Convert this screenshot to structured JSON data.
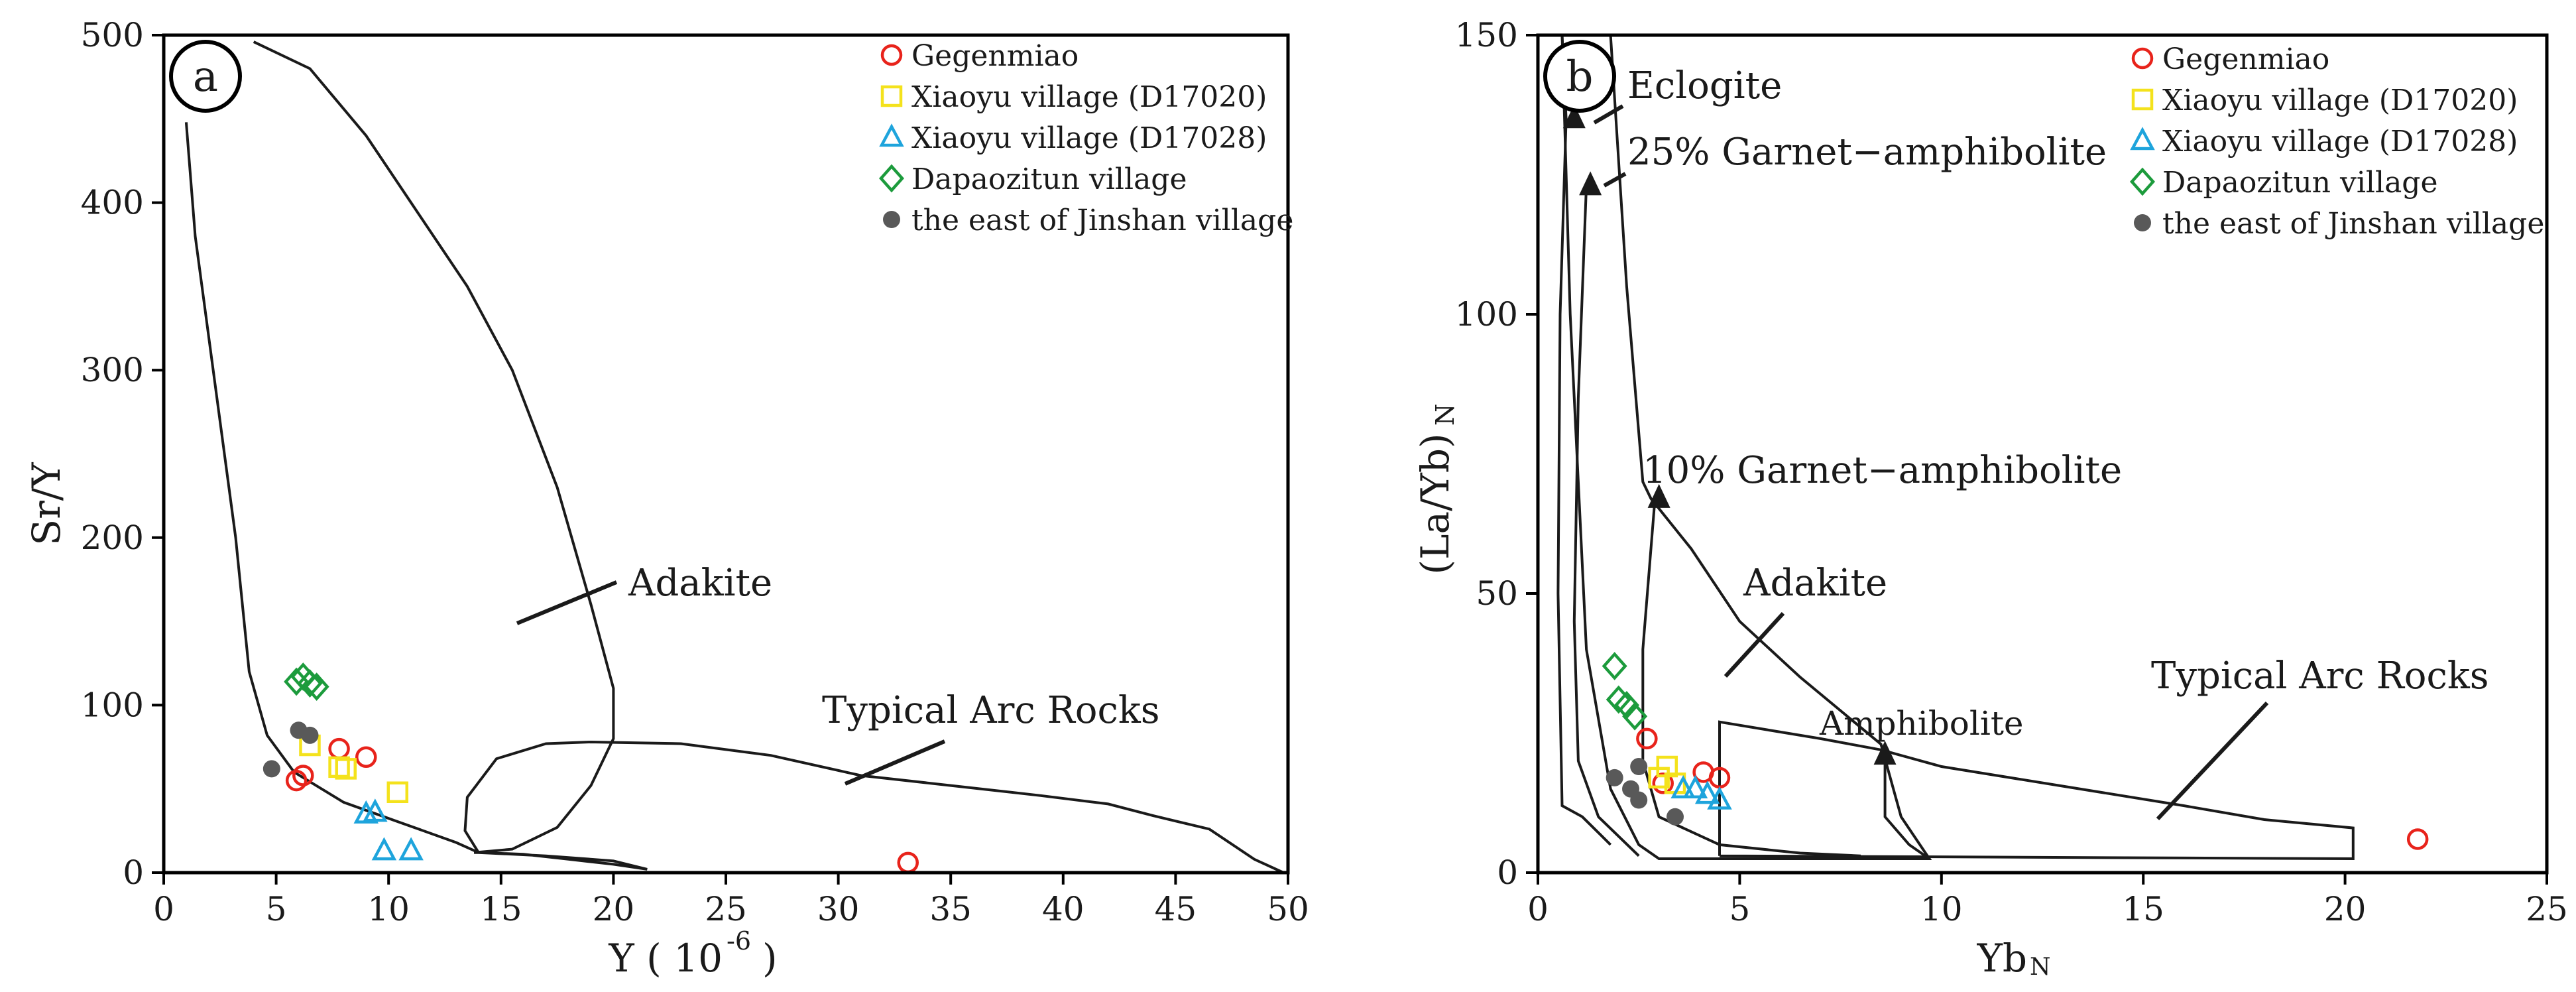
{
  "chart_data": [
    {
      "type": "scatter",
      "panel_label": "a",
      "xlabel": "Y ( 10",
      "xlabel_sup": "-6",
      "xlabel_close": ")",
      "ylabel": "Sr/Y",
      "xlim": [
        0,
        50
      ],
      "ylim": [
        0,
        500
      ],
      "xticks": [
        0,
        5,
        10,
        15,
        20,
        25,
        30,
        35,
        40,
        45,
        50
      ],
      "yticks": [
        0,
        100,
        200,
        300,
        400,
        500
      ],
      "grid": false,
      "legend_position": "top-right",
      "series": [
        {
          "name": "Gegenmiao",
          "marker": "open-circle",
          "color": "#e8231b",
          "points": [
            [
              5.9,
              55
            ],
            [
              6.2,
              58
            ],
            [
              7.8,
              74
            ],
            [
              9.0,
              69
            ],
            [
              33.1,
              6
            ]
          ]
        },
        {
          "name": "Xiaoyu village (D17020)",
          "marker": "open-square",
          "color": "#f4e21c",
          "points": [
            [
              6.5,
              76
            ],
            [
              7.8,
              63
            ],
            [
              8.1,
              62
            ],
            [
              10.4,
              48
            ]
          ]
        },
        {
          "name": "Xiaoyu village (D17028)",
          "marker": "open-triangle",
          "color": "#1ea4dc",
          "points": [
            [
              9.0,
              35
            ],
            [
              9.4,
              36
            ],
            [
              9.8,
              13
            ],
            [
              11.0,
              13
            ]
          ]
        },
        {
          "name": "Dapaozitun village",
          "marker": "open-diamond",
          "color": "#1c9b3c",
          "points": [
            [
              5.9,
              114
            ],
            [
              6.2,
              117
            ],
            [
              6.5,
              113
            ],
            [
              6.8,
              111
            ]
          ]
        },
        {
          "name": "the east of Jinshan village",
          "marker": "filled-circle",
          "color": "#595959",
          "points": [
            [
              4.8,
              62
            ],
            [
              6.0,
              85
            ],
            [
              6.5,
              82
            ]
          ]
        }
      ],
      "fields": [
        {
          "label": "Adakite",
          "outline": [
            [
              1,
              448
            ],
            [
              1.4,
              380
            ],
            [
              2.2,
              300
            ],
            [
              3.2,
              200
            ],
            [
              3.8,
              120
            ],
            [
              4.6,
              82
            ],
            [
              5.8,
              60
            ],
            [
              8,
              42
            ],
            [
              10.5,
              30
            ],
            [
              13,
              18
            ],
            [
              14,
              12
            ],
            [
              16,
              11
            ],
            [
              18,
              8
            ],
            [
              20,
              5
            ],
            [
              21.5,
              2
            ],
            [
              20,
              7
            ],
            [
              17,
              10
            ],
            [
              14,
              12
            ],
            [
              13.8,
              12
            ],
            [
              15.5,
              14
            ],
            [
              17.5,
              27
            ],
            [
              19,
              52
            ],
            [
              20,
              80
            ],
            [
              20,
              110
            ],
            [
              19,
              160
            ],
            [
              17.5,
              230
            ],
            [
              15.5,
              300
            ],
            [
              13.5,
              350
            ],
            [
              11,
              400
            ],
            [
              9,
              440
            ],
            [
              6.5,
              480
            ],
            [
              4,
              496
            ]
          ]
        },
        {
          "label": "Typical Arc Rocks",
          "outline": [
            [
              14,
              12
            ],
            [
              13.4,
              25
            ],
            [
              13.5,
              45
            ],
            [
              14.8,
              68
            ],
            [
              17,
              77
            ],
            [
              19,
              78
            ],
            [
              23,
              77
            ],
            [
              27,
              70
            ],
            [
              31,
              58
            ],
            [
              35,
              52
            ],
            [
              39,
              46
            ],
            [
              42,
              41
            ],
            [
              44,
              34
            ],
            [
              46.5,
              26
            ],
            [
              48.5,
              8
            ],
            [
              49.8,
              0
            ]
          ]
        }
      ],
      "annotations": {
        "adakite_text": "Adakite",
        "arc_text": "Typical Arc Rocks"
      }
    },
    {
      "type": "scatter",
      "panel_label": "b",
      "xlabel": "Yb",
      "xlabel_sub": "N",
      "ylabel": "(La/Yb)",
      "ylabel_sub": "N",
      "xlim": [
        0,
        25
      ],
      "ylim": [
        0,
        150
      ],
      "xticks": [
        0,
        5,
        10,
        15,
        20,
        25
      ],
      "yticks": [
        0,
        50,
        100,
        150
      ],
      "grid": false,
      "legend_position": "top-right",
      "series": [
        {
          "name": "Gegenmiao",
          "marker": "open-circle",
          "color": "#e8231b",
          "points": [
            [
              2.7,
              24
            ],
            [
              3.1,
              16
            ],
            [
              4.1,
              18
            ],
            [
              4.5,
              17
            ],
            [
              21.8,
              6
            ]
          ]
        },
        {
          "name": "Xiaoyu village (D17020)",
          "marker": "open-square",
          "color": "#f4e21c",
          "points": [
            [
              3.0,
              17
            ],
            [
              3.2,
              19
            ],
            [
              3.4,
              16
            ]
          ]
        },
        {
          "name": "Xiaoyu village (D17028)",
          "marker": "open-triangle",
          "color": "#1ea4dc",
          "points": [
            [
              3.6,
              15
            ],
            [
              3.9,
              15
            ],
            [
              4.2,
              14
            ],
            [
              4.5,
              13
            ]
          ]
        },
        {
          "name": "Dapaozitun village",
          "marker": "open-diamond",
          "color": "#1c9b3c",
          "points": [
            [
              1.9,
              37
            ],
            [
              2.0,
              31
            ],
            [
              2.2,
              30
            ],
            [
              2.4,
              28
            ]
          ]
        },
        {
          "name": "the east of Jinshan village",
          "marker": "filled-circle",
          "color": "#595959",
          "points": [
            [
              1.9,
              17
            ],
            [
              2.3,
              15
            ],
            [
              2.5,
              19
            ],
            [
              2.5,
              13
            ],
            [
              3.4,
              10
            ]
          ]
        }
      ],
      "fields": [
        {
          "label": "Adakite",
          "outline": [
            [
              1.8,
              150
            ],
            [
              2.2,
              105
            ],
            [
              2.6,
              70
            ],
            [
              2.8,
              67
            ],
            [
              3.8,
              58
            ],
            [
              5,
              45
            ],
            [
              6.5,
              35
            ],
            [
              8.5,
              23
            ],
            [
              9,
              10
            ],
            [
              9.7,
              2.5
            ],
            [
              3,
              2.5
            ],
            [
              2.5,
              5
            ],
            [
              1.8,
              15
            ],
            [
              1.2,
              40
            ],
            [
              0.8,
              100
            ],
            [
              0.6,
              150
            ]
          ]
        },
        {
          "label": "Typical Arc Rocks",
          "outline": [
            [
              4.5,
              3
            ],
            [
              4.5,
              27
            ],
            [
              7,
              24
            ],
            [
              8.5,
              22
            ],
            [
              10,
              19
            ],
            [
              13,
              15.5
            ],
            [
              16,
              12
            ],
            [
              18,
              9.5
            ],
            [
              20.2,
              8
            ],
            [
              20.2,
              2.5
            ],
            [
              4.5,
              3
            ]
          ]
        }
      ],
      "curves": [
        {
          "name": "Eclogite",
          "points": [
            [
              0.6,
              150
            ],
            [
              0.7,
              135
            ],
            [
              0.55,
              100
            ],
            [
              0.5,
              50
            ],
            [
              0.6,
              12
            ],
            [
              1.1,
              10
            ],
            [
              1.8,
              5
            ]
          ]
        },
        {
          "name": "25% Garnet-amphibolite",
          "points": [
            [
              1.2,
              123
            ],
            [
              1.0,
              85
            ],
            [
              0.9,
              45
            ],
            [
              1.0,
              20
            ],
            [
              1.5,
              10
            ],
            [
              2.5,
              3
            ]
          ]
        },
        {
          "name": "10% Garnet-amphibolite",
          "points": [
            [
              2.9,
              67
            ],
            [
              2.6,
              40
            ],
            [
              2.6,
              20
            ],
            [
              3.0,
              10
            ],
            [
              4.5,
              5
            ],
            [
              6.5,
              3.5
            ],
            [
              8,
              3
            ]
          ]
        },
        {
          "name": "Amphibolite",
          "points": [
            [
              8.6,
              21
            ],
            [
              8.6,
              10
            ],
            [
              9.2,
              5
            ],
            [
              9.7,
              2.5
            ]
          ]
        }
      ],
      "arrows": [
        {
          "name": "Eclogite",
          "at": [
            0.9,
            135
          ]
        },
        {
          "name": "25% Garnet-amphibolite",
          "at": [
            1.3,
            123
          ]
        },
        {
          "name": "10% Garnet-amphibolite",
          "at": [
            3.0,
            67
          ]
        },
        {
          "name": "Amphibolite",
          "at": [
            8.6,
            21
          ]
        }
      ],
      "annotations": {
        "eclogite_text": "Eclogite",
        "garnet25_text": "25% Garnet−amphibolite",
        "garnet10_text": "10% Garnet−amphibolite",
        "adakite_text": "Adakite",
        "amphibolite_text": "Amphibolite",
        "arc_text": "Typical Arc Rocks"
      }
    }
  ]
}
